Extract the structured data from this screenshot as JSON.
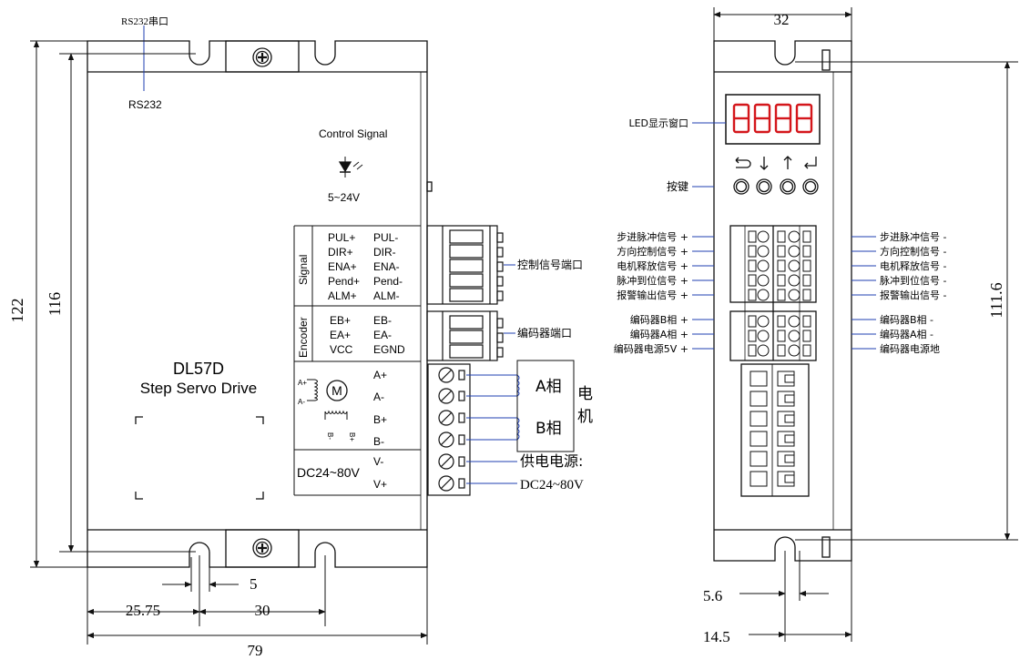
{
  "front": {
    "rs232_top": "RS232串口",
    "rs232": "RS232",
    "control_signal": "Control Signal",
    "voltage_range": "5~24V",
    "model": "DL57D",
    "product_name": "Step Servo Drive",
    "signal_group": "Signal",
    "encoder_group": "Encoder",
    "signal_plus": [
      "PUL+",
      "DIR+",
      "ENA+",
      "Pend+",
      "ALM+"
    ],
    "signal_minus": [
      "PUL-",
      "DIR-",
      "ENA-",
      "Pend-",
      "ALM-"
    ],
    "encoder_plus": [
      "EB+",
      "EA+",
      "VCC"
    ],
    "encoder_minus": [
      "EB-",
      "EA-",
      "EGND"
    ],
    "motor_pins": [
      "A+",
      "A-",
      "B+",
      "B-"
    ],
    "motor_symbol": "M",
    "motor_a_plus": "A+",
    "motor_a_minus": "A-",
    "motor_b_minus": "B-",
    "motor_b_plus": "B+",
    "power_pins": [
      "V-",
      "V+"
    ],
    "power_label": "DC24~80V",
    "control_port": "控制信号端口",
    "encoder_port": "编码器端口",
    "phase_a": "A相",
    "phase_b": "B相",
    "motor_char1": "电",
    "motor_char2": "机",
    "supply_label": "供电电源:",
    "supply_voltage": "DC24~80V"
  },
  "side": {
    "led_window": "LED显示窗口",
    "keys": "按键",
    "key_icons": [
      "back-arrow-icon",
      "down-arrow-icon",
      "up-arrow-icon",
      "enter-arrow-icon"
    ],
    "left_labels": [
      "步进脉冲信号 +",
      "方向控制信号 +",
      "电机释放信号 +",
      "脉冲到位信号 +",
      "报警输出信号 +",
      "编码器B相 +",
      "编码器A相 +",
      "编码器电源5V +"
    ],
    "right_labels": [
      "步进脉冲信号 -",
      "方向控制信号 -",
      "电机释放信号 -",
      "脉冲到位信号 -",
      "报警输出信号 -",
      "编码器B相 -",
      "编码器A相 -",
      "编码器电源地"
    ]
  },
  "dimensions": {
    "height_122": "122",
    "height_116": "116",
    "width_79": "79",
    "offset_25_75": "25.75",
    "spacing_30": "30",
    "slot_5": "5",
    "depth_32": "32",
    "height_111_6": "111.6",
    "offset_5_6": "5.6",
    "offset_14_5": "14.5"
  },
  "colors": {
    "line": "#111111",
    "leader": "#1f3fb0",
    "led_digit": "#d4161b"
  }
}
